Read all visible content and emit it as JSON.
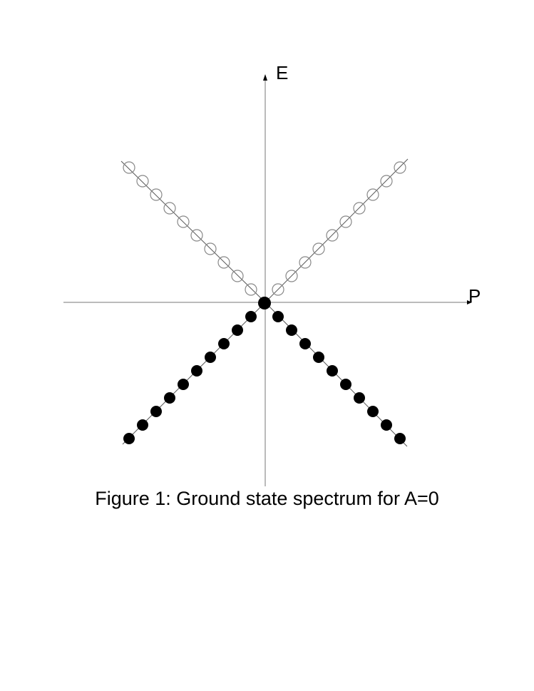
{
  "axes": {
    "vertical_label": "E",
    "horizontal_label": "P"
  },
  "caption": "Figure 1: Ground state spectrum for A=0",
  "spectrum": {
    "points_per_branch": 10,
    "filled_color": "#000000",
    "empty_color": "#888888",
    "line_color": "#555555",
    "axis_color": "#777777"
  }
}
